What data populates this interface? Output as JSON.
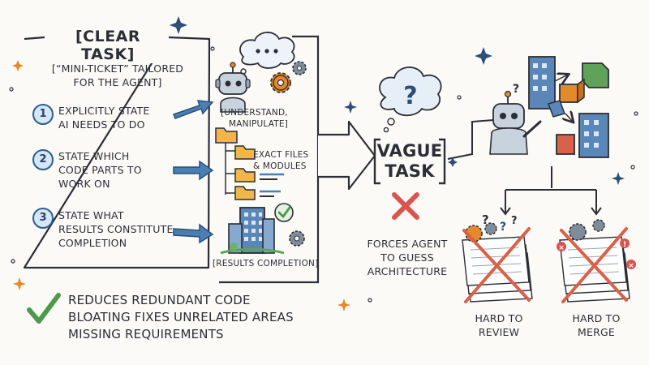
{
  "clear_task": {
    "title": "[CLEAR TASK]",
    "subtitle_line1": "[“MINI-TICKET” TAILORED",
    "subtitle_line2": "FOR THE AGENT]",
    "steps": [
      {
        "number": "1",
        "line1": "EXPLICITLY STATE",
        "line2": "AI NEEDS TO DO",
        "line3": ""
      },
      {
        "number": "2",
        "line1": "STATE WHICH",
        "line2": "CODE PARTS TO",
        "line3": "WORK ON"
      },
      {
        "number": "3",
        "line1": "STATE WHAT",
        "line2": "RESULTS CONSTITUTE",
        "line3": "COMPLETION"
      }
    ]
  },
  "side_labels": {
    "understand_line1": "[UNDERSTAND,",
    "understand_line2": "MANIPULATE]",
    "files_line1": "EXACT FILES",
    "files_line2": "& MODULES",
    "results": "[RESULTS COMPLETION]"
  },
  "benefits": {
    "line1": "REDUCES REDUNDANT CODE",
    "line2": "BLOATING FIXES UNRELATED AREAS",
    "line3": "MISSING REQUIREMENTS"
  },
  "vague_task": {
    "line1": "VAGUE",
    "line2": "TASK",
    "forces_line1": "FORCES AGENT",
    "forces_line2": "TO GUESS",
    "forces_line3": "ARCHITECTURE"
  },
  "outcomes": {
    "review_line1": "HARD TO",
    "review_line2": "REVIEW",
    "merge_line1": "HARD TO",
    "merge_line2": "MERGE"
  },
  "colors": {
    "ink": "#2b2e36",
    "arrow_blue": "#3f74a8",
    "check_green": "#4c9a4a",
    "cross_red": "#d9534f",
    "gear_orange": "#e58a2b",
    "building_blue": "#5b86b8",
    "cube_green": "#5fa35a",
    "cube_red": "#d9614a"
  }
}
